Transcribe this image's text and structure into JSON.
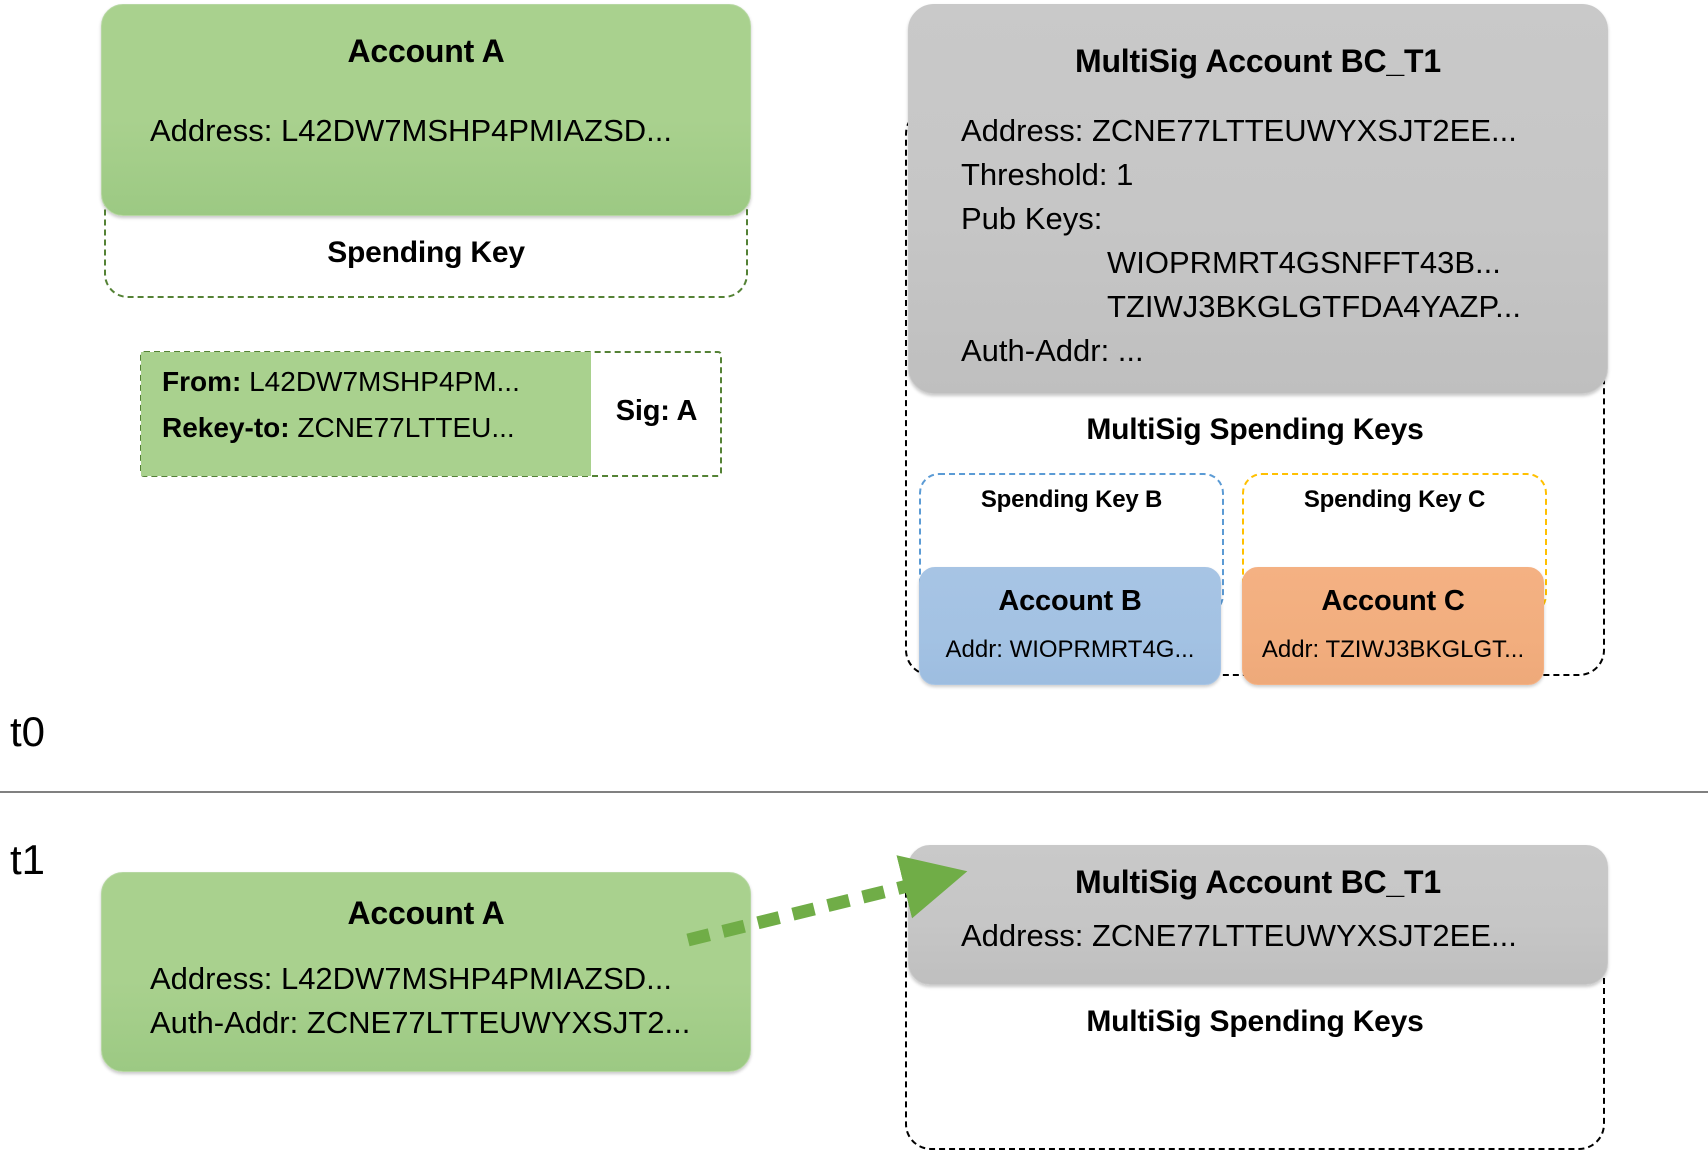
{
  "timeline": {
    "t0_label": "t0",
    "t1_label": "t1"
  },
  "t0": {
    "account_a": {
      "title": "Account A",
      "address_line": "Address: L42DW7MSHP4PMIAZSD...",
      "spending_key_label": "Spending Key"
    },
    "transaction": {
      "from_label": "From:",
      "from_value": "L42DW7MSHP4PM...",
      "rekey_label": "Rekey-to:",
      "rekey_value": "ZCNE77LTTEU...",
      "sig_label": "Sig: A"
    },
    "multisig": {
      "title": "MultiSig Account BC_T1",
      "address_line": "Address: ZCNE77LTTEUWYXSJT2EE...",
      "threshold_line": "Threshold: 1",
      "pubkeys_label": "Pub Keys:",
      "pubkeys": [
        "WIOPRMRT4GSNFFT43B...",
        "TZIWJ3BKGLGTFDA4YAZP..."
      ],
      "auth_addr_line": "Auth-Addr: ...",
      "spending_keys_label": "MultiSig Spending Keys",
      "key_b_label": "Spending Key B",
      "key_c_label": "Spending Key C",
      "account_b": {
        "title": "Account B",
        "addr_line": "Addr: WIOPRMRT4G..."
      },
      "account_c": {
        "title": "Account C",
        "addr_line": "Addr: TZIWJ3BKGLGT..."
      }
    }
  },
  "t1": {
    "account_a": {
      "title": "Account A",
      "address_line": "Address: L42DW7MSHP4PMIAZSD...",
      "auth_addr_line": "Auth-Addr: ZCNE77LTTEUWYXSJT2..."
    },
    "multisig": {
      "title": "MultiSig Account BC_T1",
      "address_line": "Address: ZCNE77LTTEUWYXSJT2EE...",
      "spending_keys_label": "MultiSig Spending Keys"
    },
    "rekey_arrow_name": "rekey-arrow"
  },
  "colors": {
    "green_fill": "#a9d18e",
    "green_dash": "#548235",
    "gray_fill": "#c6c6c6",
    "blue_fill": "#a7c4e4",
    "blue_dash": "#5b9bd5",
    "orange_fill": "#f4b183",
    "orange_dash": "#ffc000",
    "black_dash": "#000000",
    "arrow_green": "#70ad47",
    "divider_gray": "#808080"
  }
}
